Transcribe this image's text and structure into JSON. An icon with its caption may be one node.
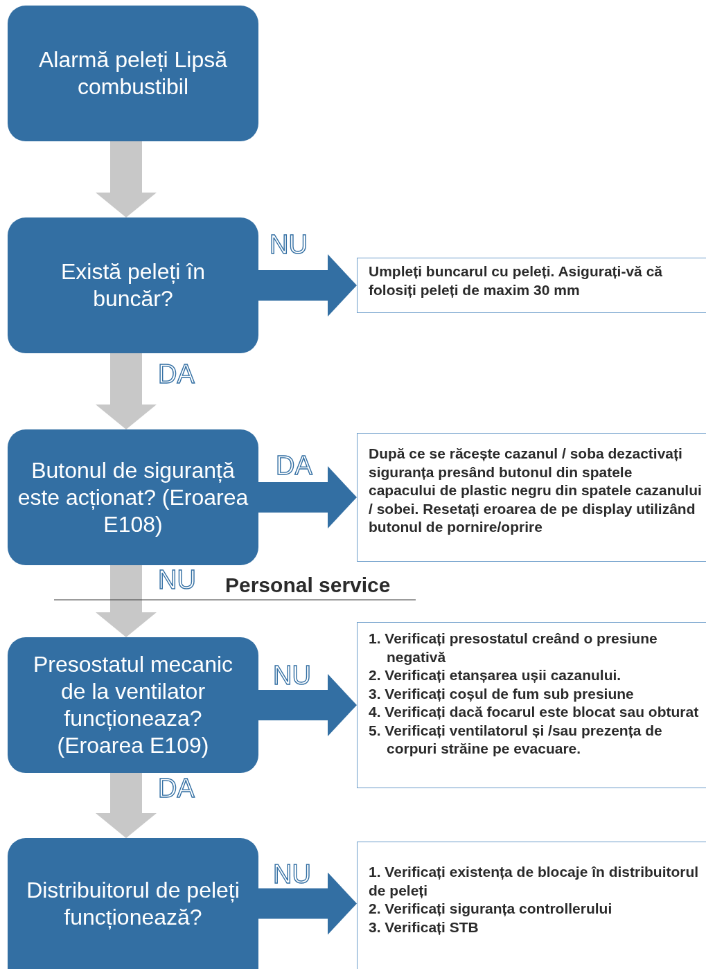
{
  "diagram": {
    "nodes": [
      {
        "text": [
          "Alarmă peleți Lipsă combustibil"
        ]
      },
      {
        "text": [
          "Există peleți în buncăr?"
        ]
      },
      {
        "text": [
          "Umpleți buncarul cu peleți. Asigurați-vă că folosiți peleți de maxim 30 mm"
        ]
      },
      {
        "text": [
          "Butonul de siguranță este acționat? (Eroarea E108)"
        ]
      },
      {
        "text": [
          "După ce se răcește cazanul / soba dezactivați siguranța presând butonul din spatele capacului de plastic negru din spatele cazanului / sobei. Resetați eroarea de pe display utilizând butonul de pornire/oprire"
        ]
      },
      {
        "text": [
          "Presostatul mecanic de la ventilator funcționeaza? (Eroarea E109)"
        ]
      },
      {
        "text": [
          "1. Verificați presostatul creând o presiune negativă",
          "2. Verificați etanșarea ușii cazanului.",
          "3. Verificați coșul de fum sub presiune",
          "4. Verificați dacă focarul este blocat sau obturat",
          "5. Verificați ventilatorul și /sau prezența de corpuri străine pe evacuare."
        ]
      },
      {
        "text": [
          "Distribuitorul de peleți funcționează?"
        ]
      },
      {
        "text": [
          "1. Verificați existența de blocaje în distribuitorul de peleți",
          "2. Verificați siguranța controllerului",
          "3. Verificați STB"
        ]
      }
    ],
    "edges": [
      {
        "from": 0,
        "to": 1,
        "arrow": "to",
        "color": "#c8c8c8"
      },
      {
        "from": 1,
        "to": 2,
        "arrow": "to",
        "label": "NU",
        "color": "#336fa3"
      },
      {
        "from": 1,
        "to": 3,
        "arrow": "to",
        "label": "DA",
        "color": "#c8c8c8"
      },
      {
        "from": 3,
        "to": 4,
        "arrow": "to",
        "label": "DA",
        "color": "#336fa3"
      },
      {
        "from": 3,
        "to": 5,
        "arrow": "to",
        "label": "NU",
        "color": "#c8c8c8"
      },
      {
        "from": 5,
        "to": 6,
        "arrow": "to",
        "label": "NU",
        "color": "#336fa3"
      },
      {
        "from": 5,
        "to": 7,
        "arrow": "to",
        "label": "DA",
        "color": "#c8c8c8"
      },
      {
        "from": 7,
        "to": 8,
        "arrow": "to",
        "label": "NU",
        "color": "#336fa3"
      }
    ],
    "labels": [
      "Personal service"
    ]
  }
}
